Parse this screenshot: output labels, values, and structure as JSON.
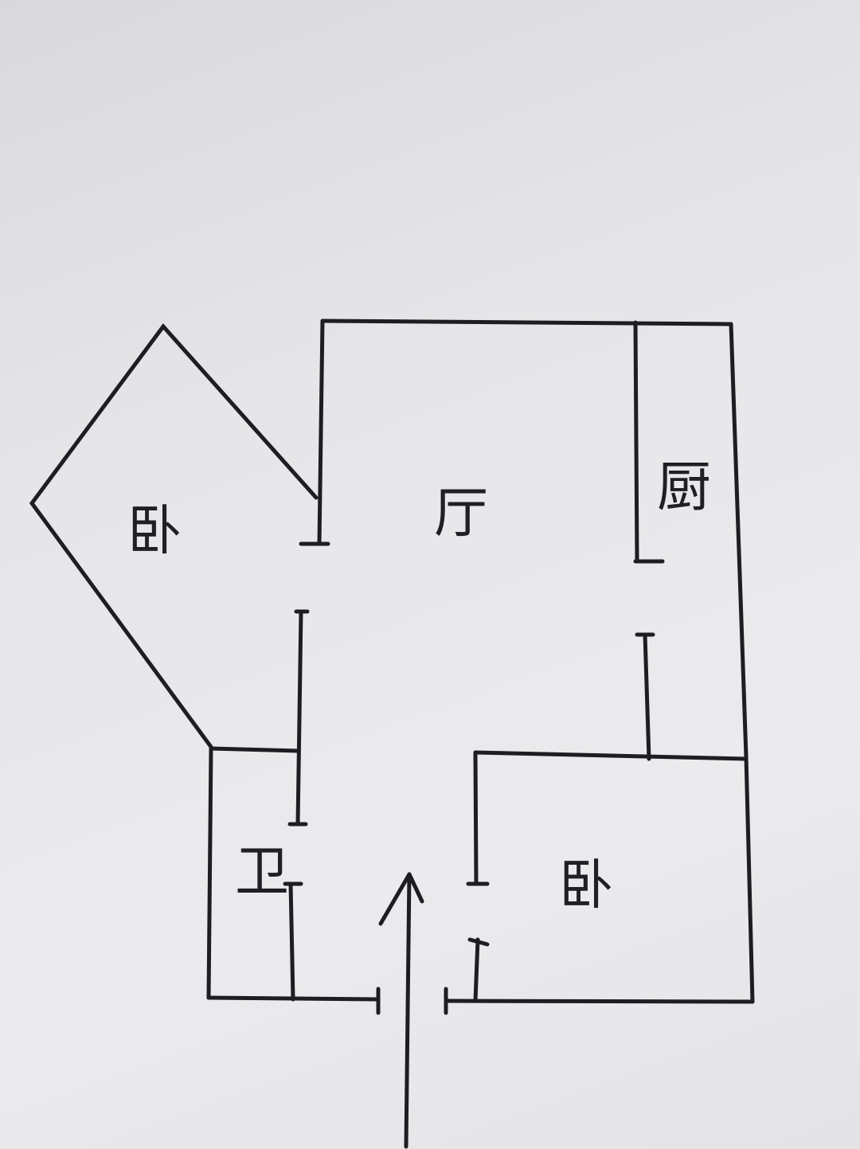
{
  "rooms": {
    "bedroom_upper_left": "卧",
    "living_room": "厅",
    "kitchen": "厨",
    "bathroom": "卫",
    "bedroom_lower_right": "卧"
  },
  "colors": {
    "ink": "#1e1e22",
    "paper": "#e6e6e8"
  }
}
